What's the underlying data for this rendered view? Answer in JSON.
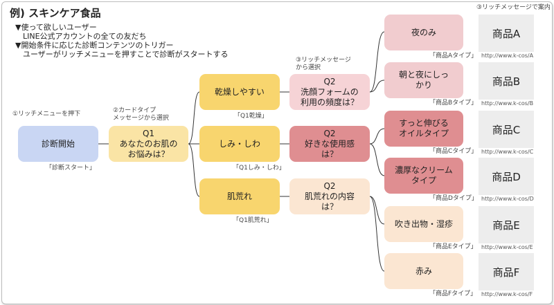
{
  "title": "例) スキンケア食品",
  "intro": "▼使って欲しいユーザー\n　LINE公式アカウントの全ての友だち\n▼開始条件に応じた診断コンテンツのトリガー\n　ユーザーがリッチメニューを押すことで診断がスタートする",
  "notes": {
    "step1": "①リッチメニューを押下",
    "step2": "②カードタイプ\nメッセージから選択",
    "step3": "③リッチメッセージ\nから選択",
    "step3_top": "③リッチメッセージで案内"
  },
  "start": {
    "label": "診断開始",
    "caption": "「診断スタート」"
  },
  "q1": {
    "label": "Q1\nあなたのお肌の\nお悩みは？"
  },
  "answers": [
    {
      "label": "乾燥しやすい",
      "caption": "「Q1乾燥」"
    },
    {
      "label": "しみ・しわ",
      "caption": "「Q1しみ・しわ」"
    },
    {
      "label": "肌荒れ",
      "caption": "「Q1肌荒れ」"
    }
  ],
  "q2": [
    {
      "label": "Q2\n洗顔フォームの\n利用の頻度は？"
    },
    {
      "label": "Q2\n好きな使用感\nは？"
    },
    {
      "label": "Q2\n肌荒れの内容\nは？"
    }
  ],
  "types": [
    {
      "label": "夜のみ",
      "caption": "「商品Aタイプ」",
      "product": "商品A",
      "url": "http://www.k-cos/A"
    },
    {
      "label": "朝と夜にしっかり",
      "caption": "「商品Bタイプ」",
      "product": "商品B",
      "url": "http://www.k-cos/B"
    },
    {
      "label": "すっと伸びる\nオイルタイプ",
      "caption": "「商品Cタイプ」",
      "product": "商品C",
      "url": "http://www.k-cos/C"
    },
    {
      "label": "濃厚なクリーム\nタイプ",
      "caption": "「商品Dタイプ」",
      "product": "商品D",
      "url": "http://www.k-cos/D"
    },
    {
      "label": "吹き出物・湿疹",
      "caption": "「商品Eタイプ」",
      "product": "商品E",
      "url": "http://www.k-cos/E"
    },
    {
      "label": "赤み",
      "caption": "「商品Fタイプ」",
      "product": "商品F",
      "url": "http://www.k-cos/F"
    }
  ],
  "colors": {
    "start": "#c9d6f3",
    "q1": "#fae4a5",
    "answer": "#f8d56e",
    "q2_dry": "#f6d3d6",
    "q2_spot": "#df8e91",
    "q2_rough": "#fbe6d2",
    "type_ab": "#f1cccf",
    "type_cd": "#df8e91",
    "type_ef": "#fbe6d2",
    "product": "#ededed"
  }
}
